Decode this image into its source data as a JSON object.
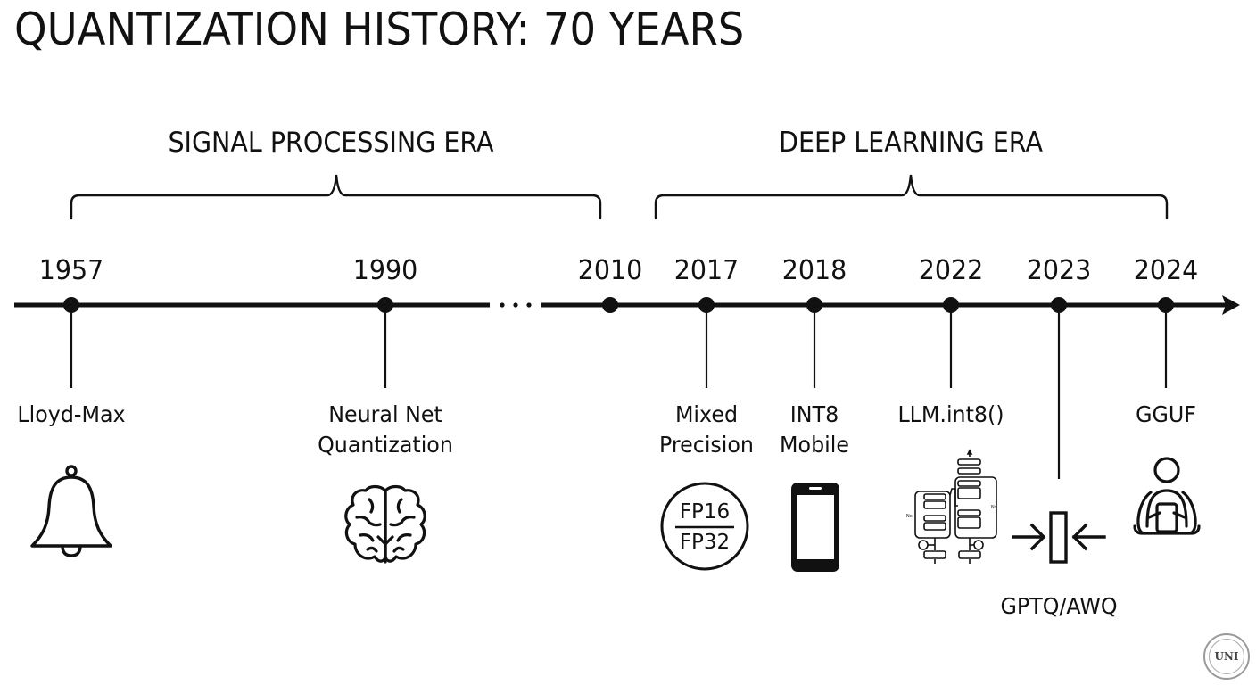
{
  "title": "QUANTIZATION HISTORY: 70 YEARS",
  "eras": [
    {
      "label": "SIGNAL PROCESSING ERA",
      "from_year": "1957",
      "to_year": "2010"
    },
    {
      "label": "DEEP LEARNING ERA",
      "from_year": "2017",
      "to_year": "2024"
    }
  ],
  "timeline": {
    "gap_marker": "...",
    "events": [
      {
        "year": "1957",
        "label_line1": "Lloyd-Max",
        "label_line2": "",
        "icon": "bell-icon"
      },
      {
        "year": "1990",
        "label_line1": "Neural Net",
        "label_line2": "Quantization",
        "icon": "brain-icon"
      },
      {
        "year": "2010",
        "label_line1": "",
        "label_line2": "",
        "icon": ""
      },
      {
        "year": "2017",
        "label_line1": "Mixed",
        "label_line2": "Precision",
        "icon": "fp16-fp32-circle-icon",
        "icon_text_top": "FP16",
        "icon_text_bottom": "FP32"
      },
      {
        "year": "2018",
        "label_line1": "INT8",
        "label_line2": "Mobile",
        "icon": "smartphone-icon"
      },
      {
        "year": "2022",
        "label_line1": "LLM.int8()",
        "label_line2": "",
        "icon": "transformer-diagram-icon"
      },
      {
        "year": "2023",
        "label_line1": "GPTQ/AWQ",
        "label_line2": "",
        "icon": "compress-arrows-icon"
      },
      {
        "year": "2024",
        "label_line1": "GGUF",
        "label_line2": "",
        "icon": "person-with-device-icon"
      }
    ]
  },
  "logo": {
    "text": "UNI"
  },
  "colors": {
    "ink": "#111111",
    "background": "#ffffff",
    "seal": "#9a9a9a"
  }
}
